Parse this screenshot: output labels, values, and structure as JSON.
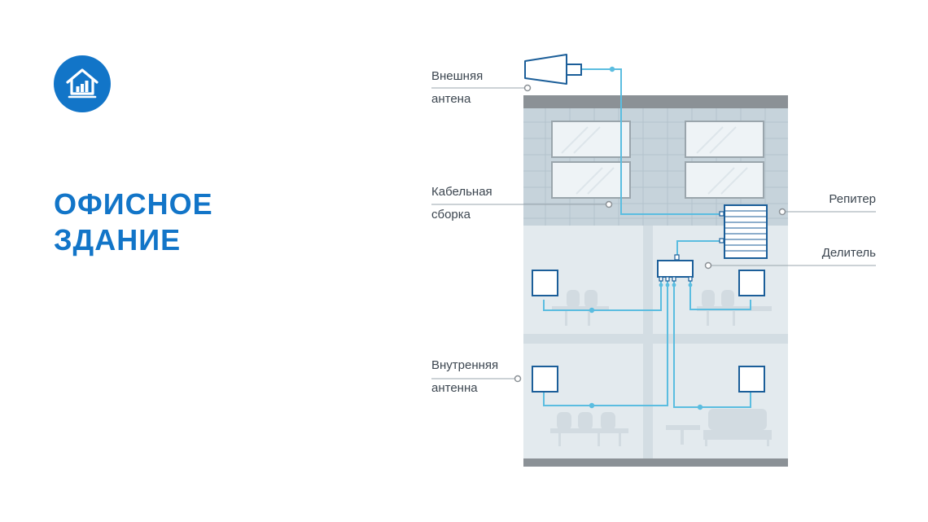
{
  "title": {
    "line1": "ОФИСНОЕ",
    "line2": "ЗДАНИЕ"
  },
  "icon": {
    "name": "house-chart-icon",
    "color": "#1275c8"
  },
  "labels": {
    "external_antenna": {
      "line1": "Внешняя",
      "line2": "антена"
    },
    "cable_assembly": {
      "line1": "Кабельная",
      "line2": "сборка"
    },
    "repeater": "Репитер",
    "splitter": "Делитель",
    "internal_antenna": {
      "line1": "Внутренняя",
      "line2": "антенна"
    }
  },
  "colors": {
    "accent_blue": "#1275c8",
    "cable": "#5bbde0",
    "device_line": "#1b5e99",
    "roof": "#8b9196",
    "floor_top": "#c6d3db",
    "floor_lower": "#e3eaee",
    "label_text": "#3c4650"
  }
}
